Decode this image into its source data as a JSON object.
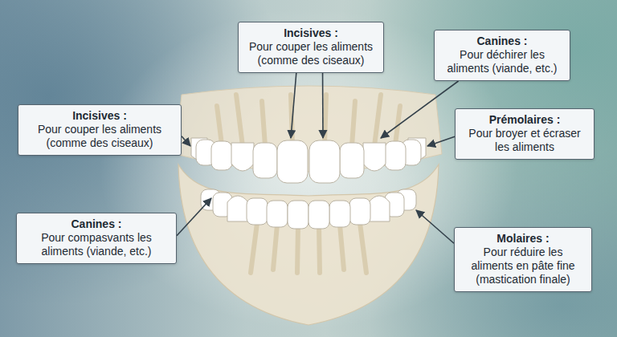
{
  "diagram": {
    "nodes": [
      {
        "text": [
          "Incisives :",
          "Pour couper les aliments (comme des ciseaux)"
        ]
      },
      {
        "text": [
          "Canines :",
          "Pour déchirer les aliments (viande, etc.)"
        ]
      },
      {
        "text": [
          "Incisives :",
          "Pour couper les aliments (comme des ciseaux)"
        ]
      },
      {
        "text": [
          "Prémolaires :",
          "Pour broyer et écraser les aliments"
        ]
      },
      {
        "text": [
          "Canines :",
          "Pour compasvants les aliments (viande, etc.)"
        ]
      },
      {
        "text": [
          "Molaires :",
          "Pour réduire les aliments en pâte fine (mastication finale)"
        ]
      }
    ]
  }
}
